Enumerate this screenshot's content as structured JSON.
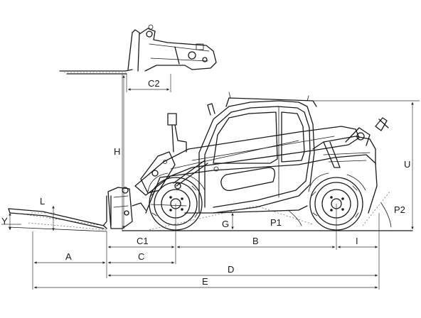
{
  "labels": {
    "A": "A",
    "B": "B",
    "C": "C",
    "C1": "C1",
    "C2": "C2",
    "D": "D",
    "E": "E",
    "G": "G",
    "H": "H",
    "I": "I",
    "L": "L",
    "P1": "P1",
    "P2": "P2",
    "U": "U",
    "Y": "Y"
  },
  "colors": {
    "line": "#1a1a1a",
    "background": "#ffffff"
  }
}
